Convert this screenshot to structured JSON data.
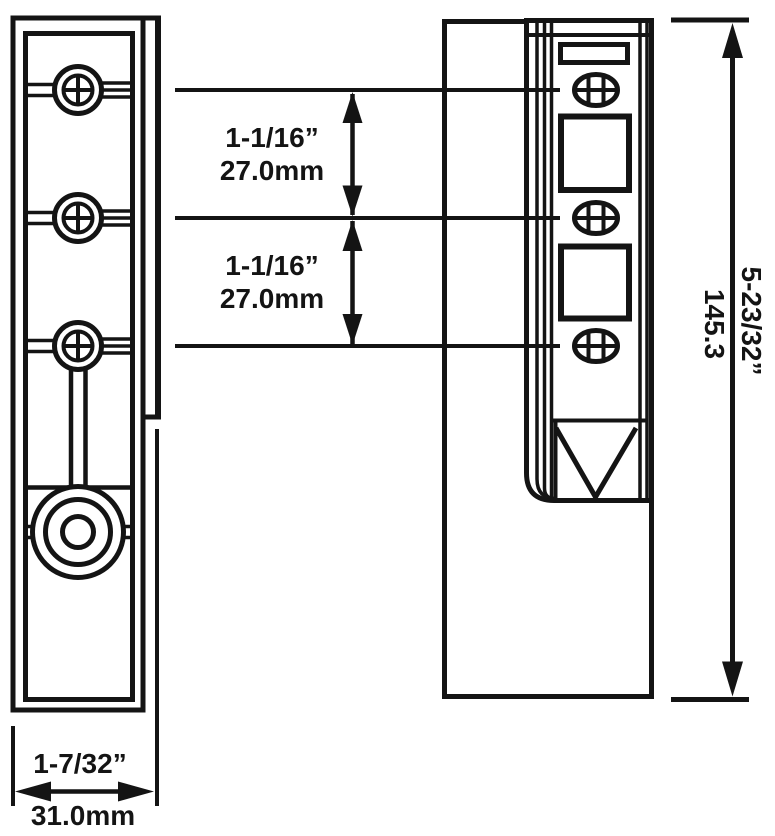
{
  "dimensions": {
    "spacing_upper": {
      "inches": "1-1/16”",
      "metric": "27.0mm"
    },
    "spacing_lower": {
      "inches": "1-1/16”",
      "metric": "27.0mm"
    },
    "height_overall": {
      "inches": "5-23/32”",
      "metric": "145.3"
    },
    "width_overall": {
      "inches": "1-7/32”",
      "metric": "31.0mm"
    }
  },
  "icons": {
    "phillips_screw": "circle-with-cross",
    "oval_screw": "ellipse-with-grid",
    "pivot_bushing": "concentric-circles"
  },
  "colors": {
    "line": "#141414",
    "background": "#ffffff"
  }
}
